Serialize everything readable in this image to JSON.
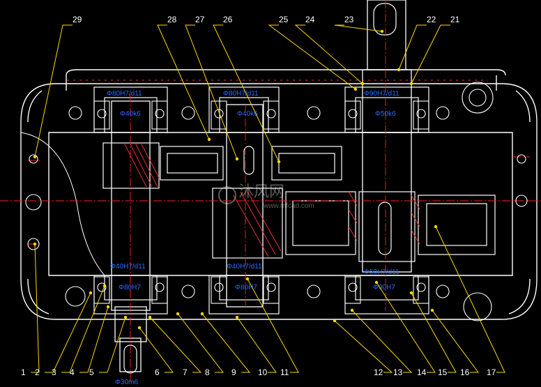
{
  "drawing": {
    "background": "#000000",
    "outline_color": "#ffffff",
    "centerline_color": "#ff2020",
    "leader_color": "#ffd800",
    "dimension_color": "#2a6bff",
    "hatch_color": "#ff3030",
    "top_labels": [
      "29",
      "28",
      "27",
      "26",
      "25",
      "24",
      "23",
      "22",
      "21"
    ],
    "bottom_labels": [
      "1",
      "2",
      "3",
      "4",
      "5",
      "6",
      "7",
      "8",
      "9",
      "10",
      "11",
      "12",
      "13",
      "14",
      "15",
      "16",
      "17"
    ],
    "dimensions": {
      "d1": "Φ80H7/d11",
      "d2": "Φ40k6",
      "d3": "Φ80H7/d11",
      "d4": "Φ40k6",
      "d5": "Φ90H7/d11",
      "d6": "Φ50k6",
      "d7": "Φ40H7/d11",
      "d8": "Φ80H7",
      "d9": "Φ40H7/d11",
      "d10": "Φ80H7",
      "d11": "Φ50H7/d11",
      "d12": "Φ90H7",
      "d13": "Φ30m6"
    },
    "watermark": {
      "main": "沐风网",
      "sub": "www.mfcad.com"
    }
  }
}
